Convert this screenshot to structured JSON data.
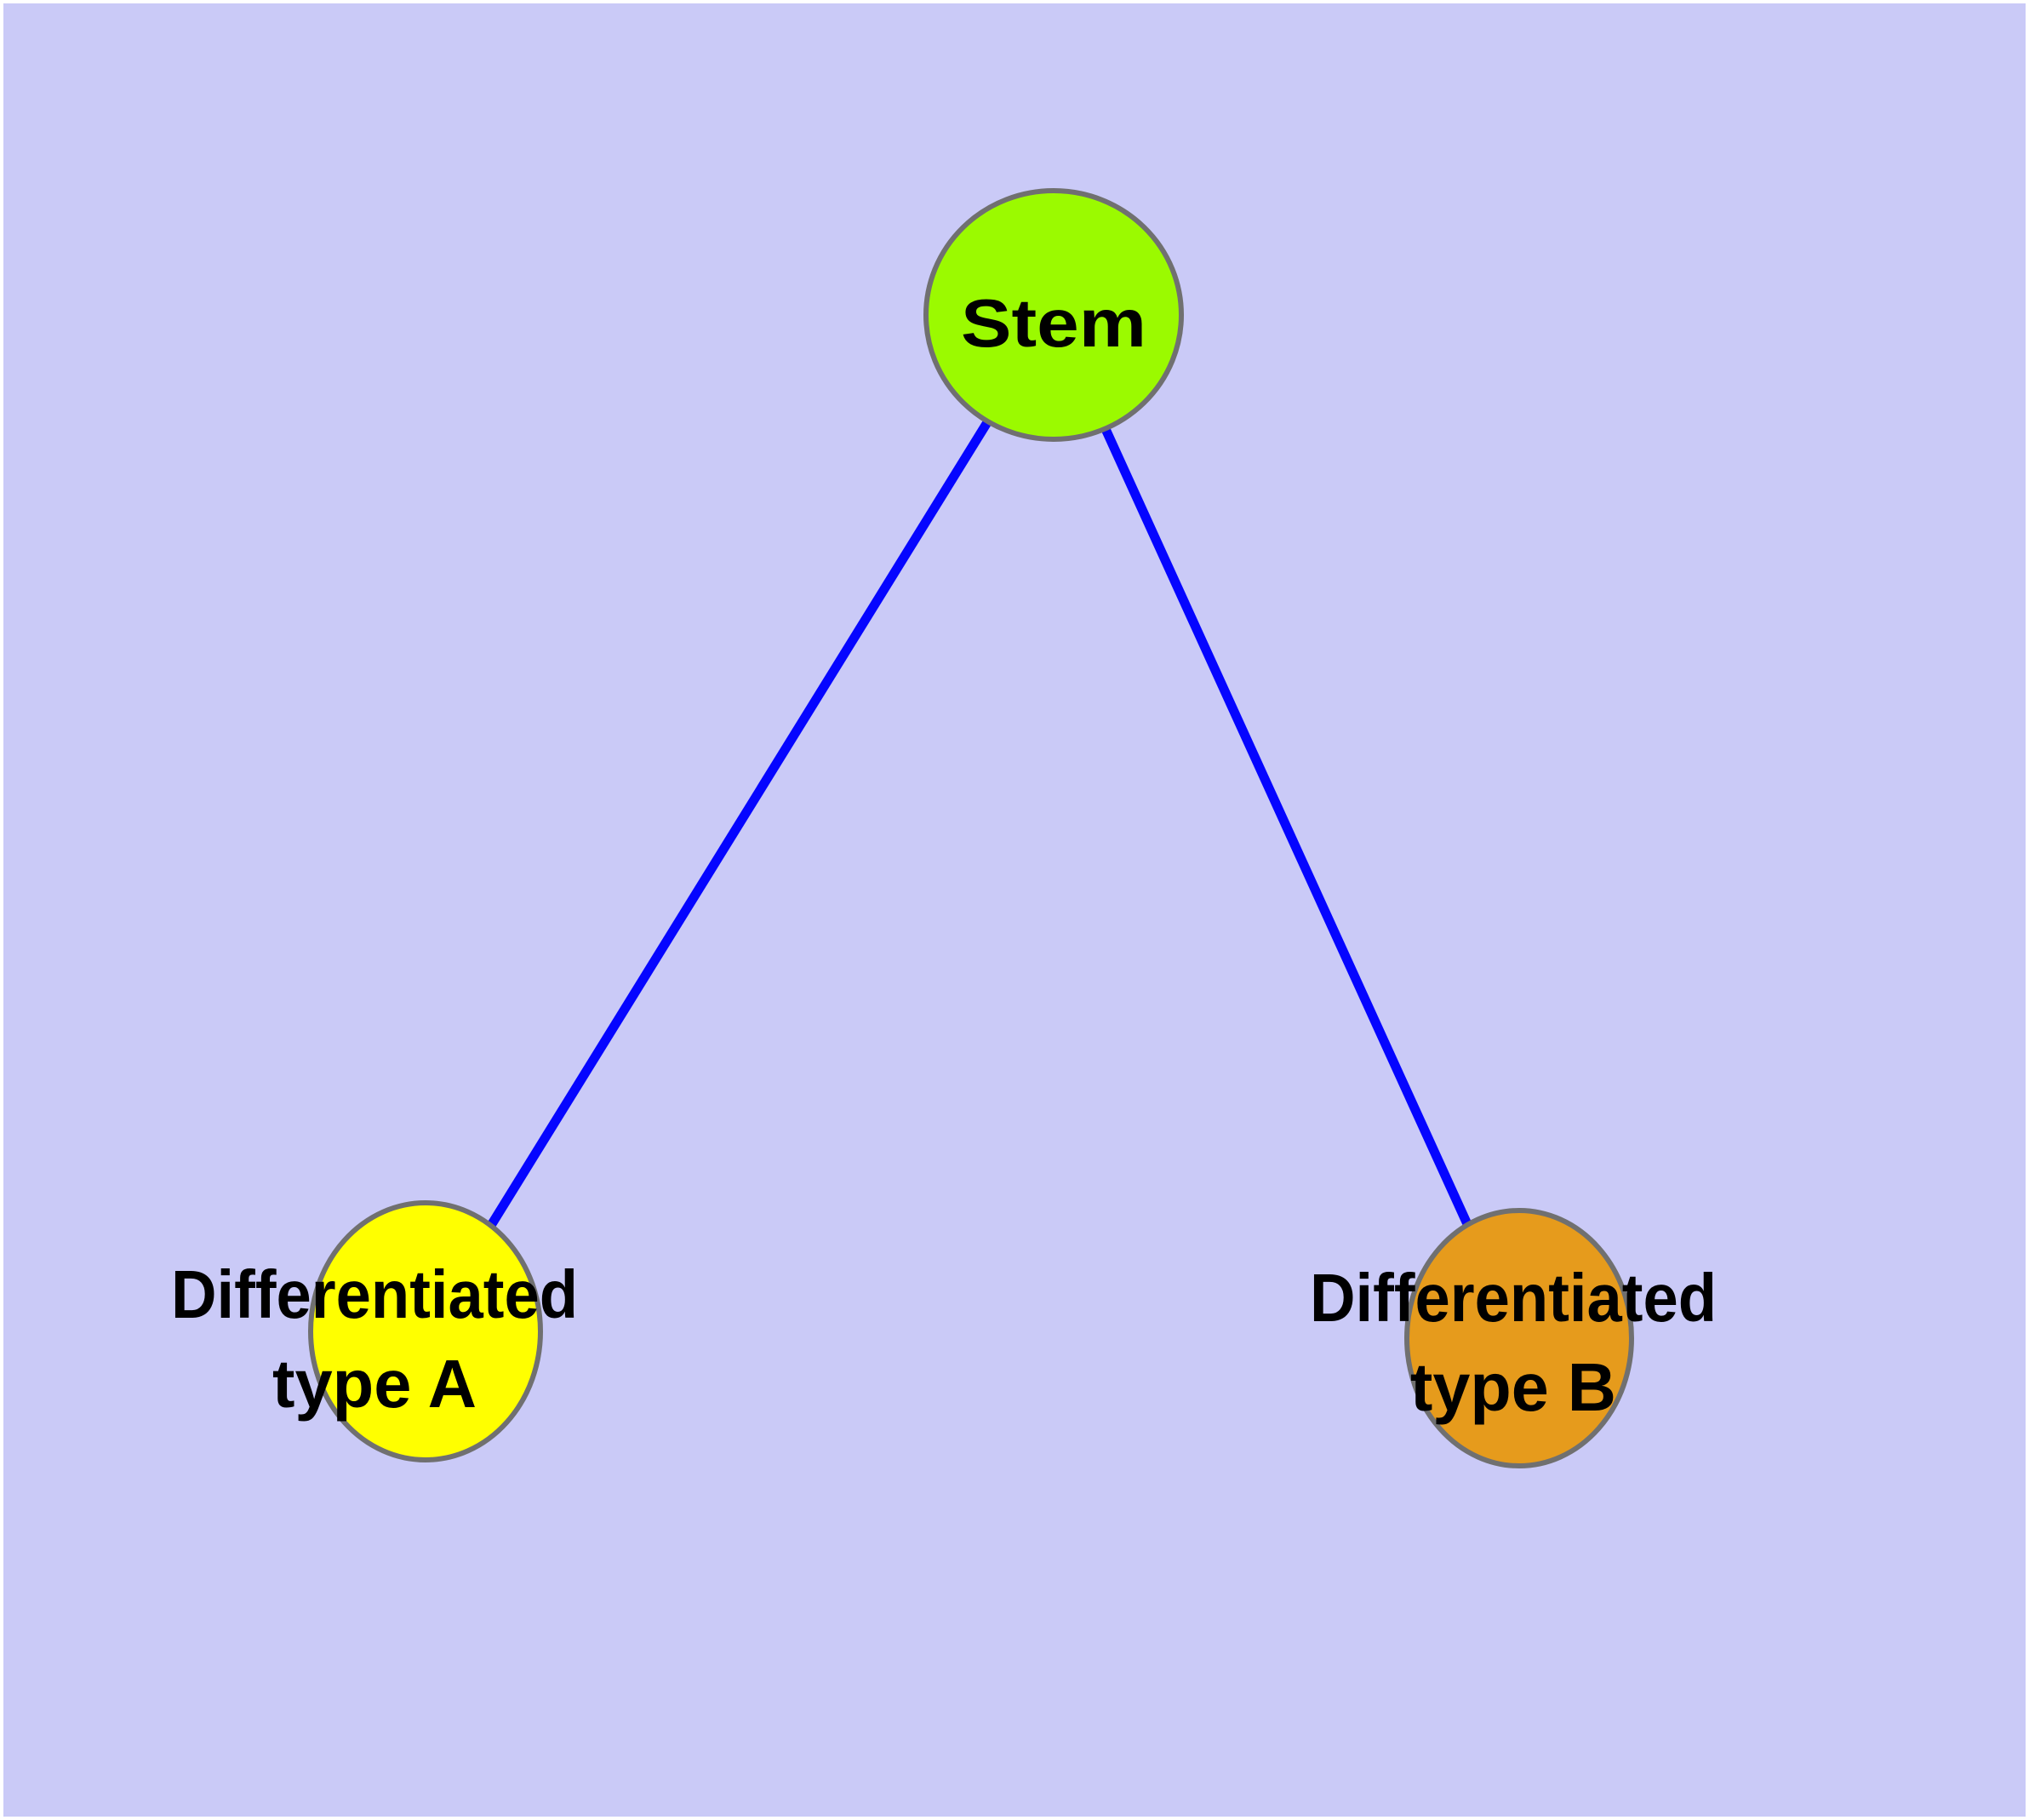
{
  "diagram": {
    "type": "graph",
    "description": "Stem cell differentiation hierarchy",
    "nodes": [
      {
        "id": "stem",
        "label": "Stem",
        "label_lines": [
          "Stem"
        ],
        "fill": "#9BFA00"
      },
      {
        "id": "differentiated-type-a",
        "label": "Differentiated type A",
        "label_lines": [
          "Differentiated",
          "type A"
        ],
        "fill": "#FFFF00"
      },
      {
        "id": "differentiated-type-b",
        "label": "Differentiated type B",
        "label_lines": [
          "Differentiated",
          "type B"
        ],
        "fill": "#E69B1C"
      }
    ],
    "edges": [
      {
        "from": "stem",
        "to": "differentiated-type-a"
      },
      {
        "from": "stem",
        "to": "differentiated-type-b"
      }
    ]
  },
  "colors": {
    "background": "#CACAF7",
    "frame": "#FFFFFF",
    "edge": "#0505FF",
    "node_border": "#707070",
    "label": "#000000"
  }
}
